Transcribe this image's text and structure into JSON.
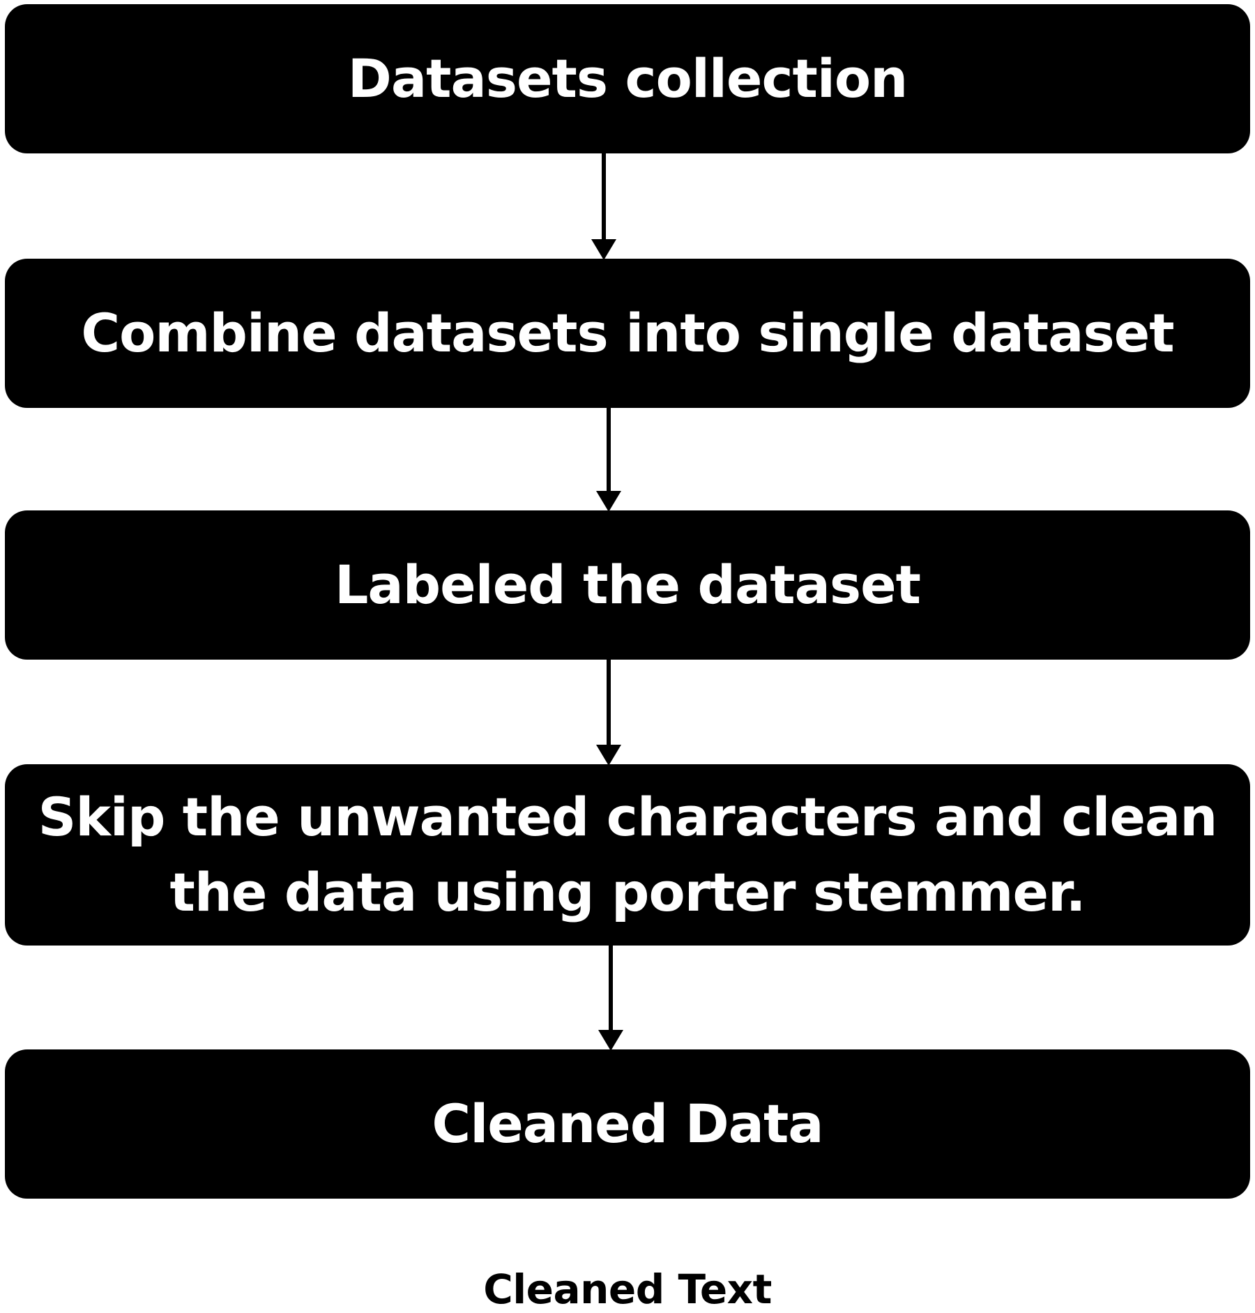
{
  "flowchart": {
    "steps": [
      {
        "label": "Datasets collection"
      },
      {
        "label": "Combine datasets into single dataset"
      },
      {
        "label": "Labeled the dataset"
      },
      {
        "label": "Skip the unwanted characters and clean the data using porter stemmer."
      },
      {
        "label": "Cleaned Data"
      }
    ],
    "caption": "Cleaned Text",
    "colors": {
      "box_fill": "#000000",
      "box_text": "#ffffff",
      "arrow": "#000000",
      "background": "#ffffff"
    }
  }
}
